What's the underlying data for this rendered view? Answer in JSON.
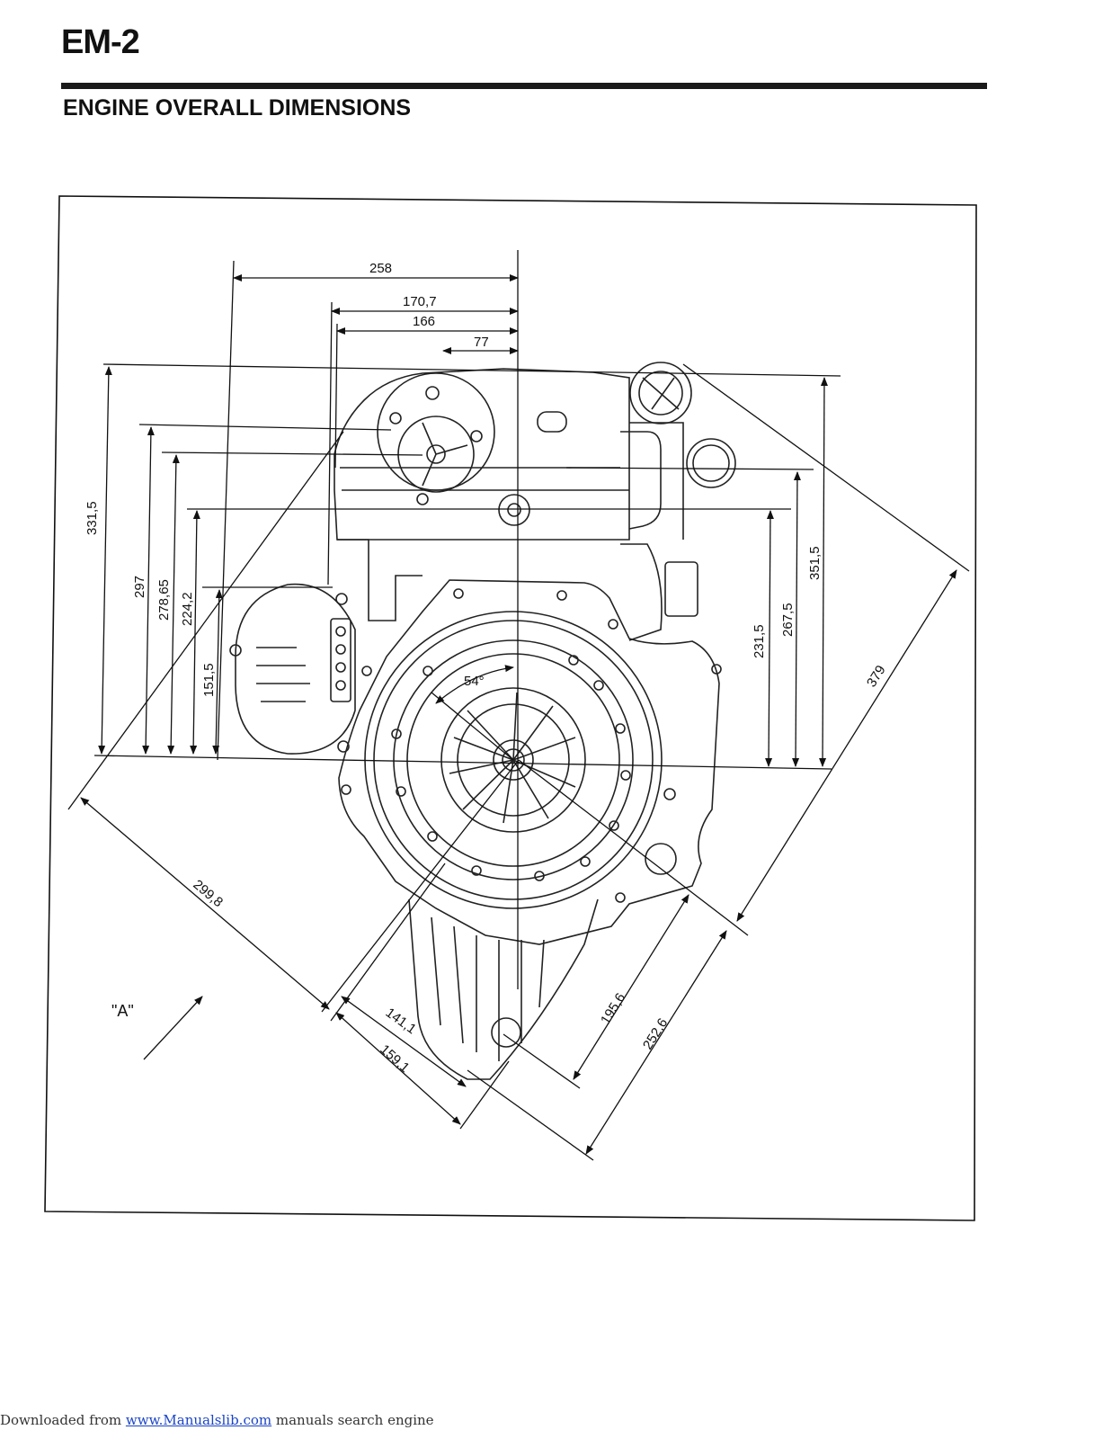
{
  "header": {
    "page_code": "EM-2",
    "title": "ENGINE OVERALL DIMENSIONS"
  },
  "figure": {
    "view_label": "\"A\"",
    "angle_label": "54°",
    "dimensions": {
      "d258": "258",
      "d170_7": "170,7",
      "d166": "166",
      "d77": "77",
      "d331_5": "331,5",
      "d297": "297",
      "d278_65": "278,65",
      "d224_2": "224,2",
      "d151_5": "151,5",
      "d231_5": "231,5",
      "d267_5": "267,5",
      "d351_5": "351,5",
      "d379": "379",
      "d299_8": "299,8",
      "d141_1": "141,1",
      "d159_1": "159,1",
      "d195_6": "195,6",
      "d252_6": "252,6"
    }
  },
  "footer": {
    "prefix": "Downloaded from ",
    "link": "www.Manualslib.com",
    "suffix": "  manuals search engine"
  }
}
